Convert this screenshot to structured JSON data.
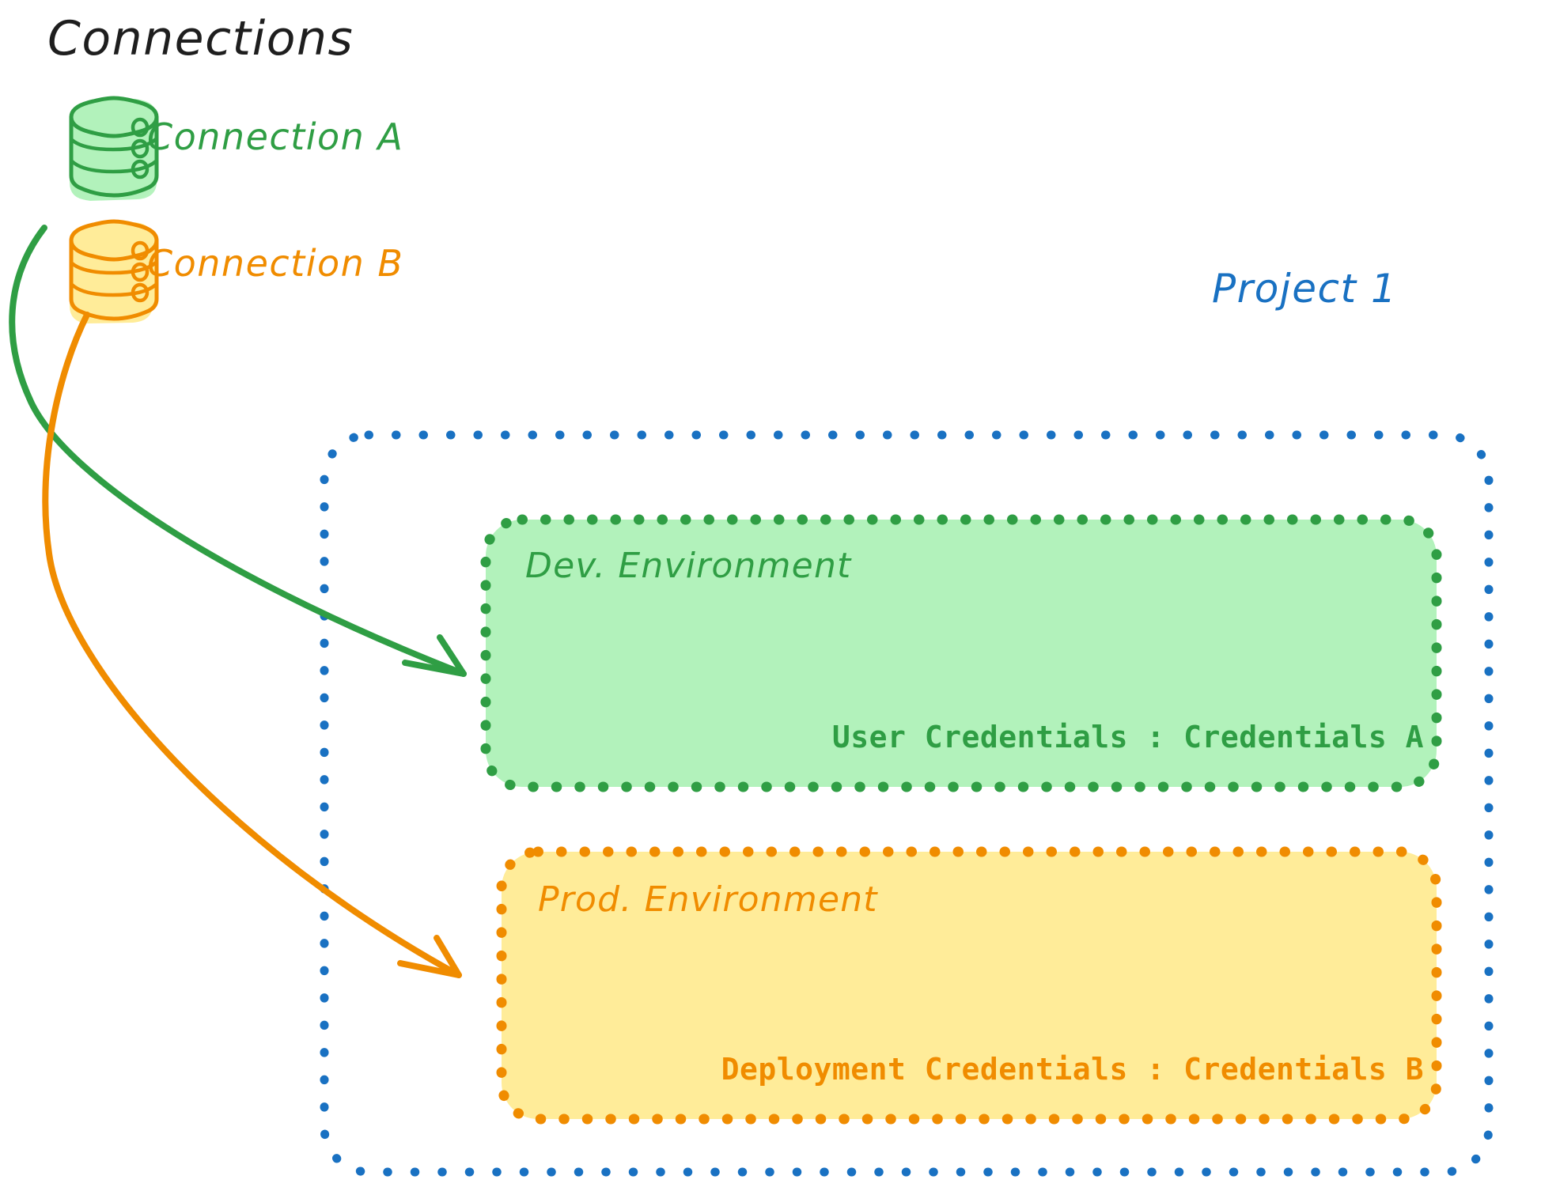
{
  "diagram": {
    "title": "Connections",
    "connections": [
      {
        "id": "a",
        "label": "Connection A",
        "color": "#2f9e44",
        "icon": "database-cylinder-icon"
      },
      {
        "id": "b",
        "label": "Connection B",
        "color": "#f08c00",
        "icon": "database-cylinder-icon"
      }
    ],
    "project": {
      "title": "Project 1",
      "color": "#1971c2",
      "border_style": "dotted",
      "environments": [
        {
          "id": "dev",
          "title": "Dev. Environment",
          "credential_label": "User Credentials : Credentials A",
          "stroke": "#2f9e44",
          "fill": "#b2f2bb"
        },
        {
          "id": "prod",
          "title": "Prod. Environment",
          "credential_label": "Deployment Credentials : Credentials B",
          "stroke": "#f08c00",
          "fill": "#ffec99"
        }
      ]
    },
    "arrows": [
      {
        "id": "arrow-connection-a-to-dev",
        "from": "Connection A",
        "to": "Dev. Environment",
        "color": "#2f9e44"
      },
      {
        "id": "arrow-connection-b-to-prod",
        "from": "Connection B",
        "to": "Prod. Environment",
        "color": "#f08c00"
      }
    ],
    "colors": {
      "green_stroke": "#2f9e44",
      "green_fill": "#b2f2bb",
      "orange_stroke": "#f08c00",
      "orange_fill": "#ffec99",
      "blue_stroke": "#1971c2",
      "ink": "#1e1e1e",
      "background": "#ffffff"
    }
  }
}
